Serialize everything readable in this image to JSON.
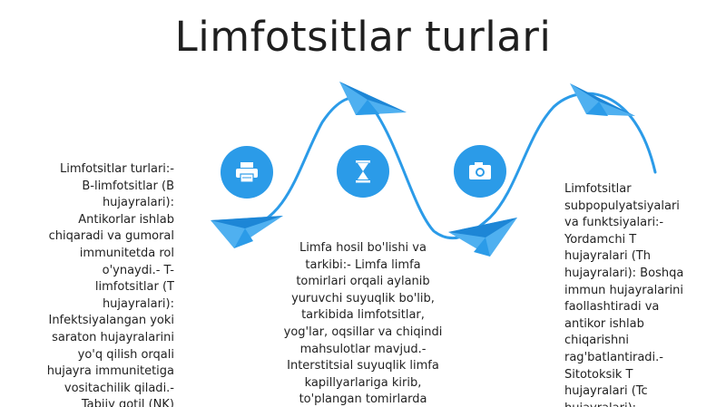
{
  "title": "Limfotsitlar turlari",
  "colors": {
    "accent": "#2b9be8",
    "plane_dark": "#1d86d6",
    "plane_light": "#4fb0f0"
  },
  "icons": [
    "printer-icon",
    "hourglass-icon",
    "camera-icon"
  ],
  "blocks": {
    "left": "Limfotsitlar turlari:-\nB-limfotsitlar (B\nhujayralari):\nAntikorlar ishlab\nchiqaradi va gumoral\nimmunitetda rol\no'ynaydi.- T-\nlimfotsitlar (T\nhujayralari):\nInfektsiyalangan yoki\nsaraton hujayralarini\nyo'q qilish orqali\nhujayra immunitetiga\nvositachilik qiladi.-\nTabiiy qotil (NK)",
    "middle": "Limfa hosil bo'lishi va\ntarkibi:- Limfa limfa\ntomirlari orqali aylanib\nyuruvchi suyuqlik bo'lib,\ntarkibida limfotsitlar,\nyog'lar, oqsillar va chiqindi\nmahsulotlar mavjud.-\nInterstitsial suyuqlik limfa\nkapillyarlariga kirib,\nto'plangan tomirlarda\ntashkil topgan limfa hosil",
    "right": "Limfotsitlar\nsubpopulyatsiyalari\nva funktsiyalari:-\nYordamchi T\nhujayralari (Th\nhujayralari): Boshqa\nimmun hujayralarini\nfaollashtiradi va\nantikor ishlab\nchiqarishni\nrag'batlantiradi.-\nSitotoksik T\nhujayralari (Tc\nhujayralari):"
  }
}
